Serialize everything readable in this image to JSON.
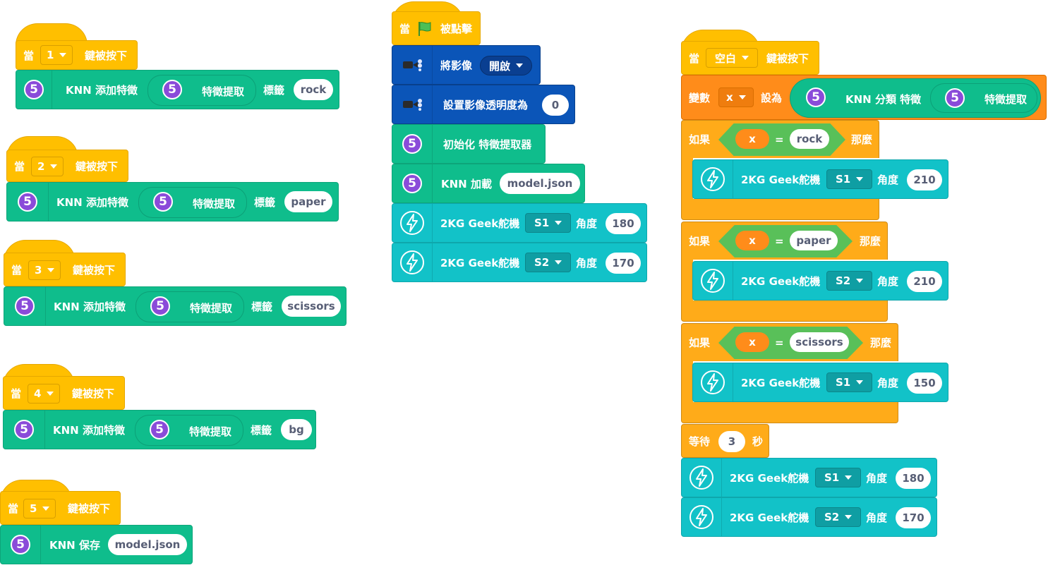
{
  "labels": {
    "when": "當",
    "key_pressed": "鍵被按下",
    "knn_add": "KNN 添加特徵",
    "feature_extract": "特徵提取",
    "tag": "標籤",
    "knn_save": "KNN 保存",
    "flag_clicked": "被點擊",
    "video": "將影像",
    "video_transparency": "設置影像透明度為",
    "init_extractor": "初始化 特徵提取器",
    "knn_load": "KNN 加載",
    "servo": "2KG Geek舵機",
    "angle": "角度",
    "variable": "變數",
    "set_to": "設為",
    "knn_classify": "KNN 分類 特徵",
    "if": "如果",
    "then": "那麼",
    "equals": "=",
    "wait": "等待",
    "seconds": "秒",
    "ext_number": "5"
  },
  "left_scripts": [
    {
      "key": "1",
      "tag": "rock"
    },
    {
      "key": "2",
      "tag": "paper"
    },
    {
      "key": "3",
      "tag": "scissors"
    },
    {
      "key": "4",
      "tag": "bg"
    }
  ],
  "save_script": {
    "key": "5",
    "file": "model.json"
  },
  "flag_script": {
    "video_state": "開啟",
    "transparency": "0",
    "load_file": "model.json",
    "servo1": {
      "port": "S1",
      "angle": "180"
    },
    "servo2": {
      "port": "S2",
      "angle": "170"
    }
  },
  "space_script": {
    "key": "空白",
    "var": "x",
    "conditions": [
      {
        "value": "rock",
        "port": "S1",
        "angle": "210"
      },
      {
        "value": "paper",
        "port": "S2",
        "angle": "210"
      },
      {
        "value": "scissors",
        "port": "S1",
        "angle": "150"
      }
    ],
    "wait": "3",
    "servo1": {
      "port": "S1",
      "angle": "180"
    },
    "servo2": {
      "port": "S2",
      "angle": "170"
    }
  },
  "colors": {
    "events": "#FFBF00",
    "ml": "#0FBD8C",
    "video": "#0b55b8",
    "servo": "#12C2C8",
    "variables": "#FF8C1A",
    "control": "#FFAB19",
    "operators": "#59C059",
    "ext_icon": "#8a4bd9"
  }
}
